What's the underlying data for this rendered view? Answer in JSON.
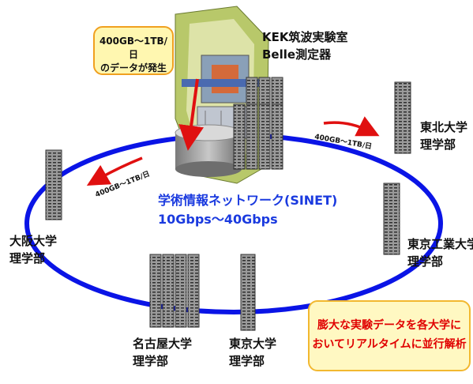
{
  "experiment": {
    "line1": "KEK筑波実験室",
    "line2": "Belle測定器"
  },
  "callout_top": {
    "line1": "400GB～1TB/日",
    "line2": "のデータが発生"
  },
  "network": {
    "name": "学術情報ネットワーク(SINET)",
    "speed": "10Gbps～40Gbps"
  },
  "rates": {
    "right": "400GB～1TB/日",
    "left": "400GB～1TB/日"
  },
  "sites": {
    "tohoku": {
      "line1": "東北大学",
      "line2": "理学部"
    },
    "titech": {
      "line1": "東京工業大学",
      "line2": "理学部"
    },
    "osaka": {
      "line1": "大阪大学",
      "line2": "理学部"
    },
    "nagoya": {
      "line1": "名古屋大学",
      "line2": "理学部"
    },
    "tokyo": {
      "line1": "東京大学",
      "line2": "理学部"
    }
  },
  "callout_bottom": {
    "line1": "膨大な実験データを各大学に",
    "line2": "おいてリアルタイムに並行解析"
  },
  "colors": {
    "ring": "#0a14e6",
    "arrow": "#e01010",
    "network_text": "#1a3adf",
    "callout_fill": "#fff8c2",
    "callout_border": "#f0a020",
    "callout_text": "#e00000"
  }
}
